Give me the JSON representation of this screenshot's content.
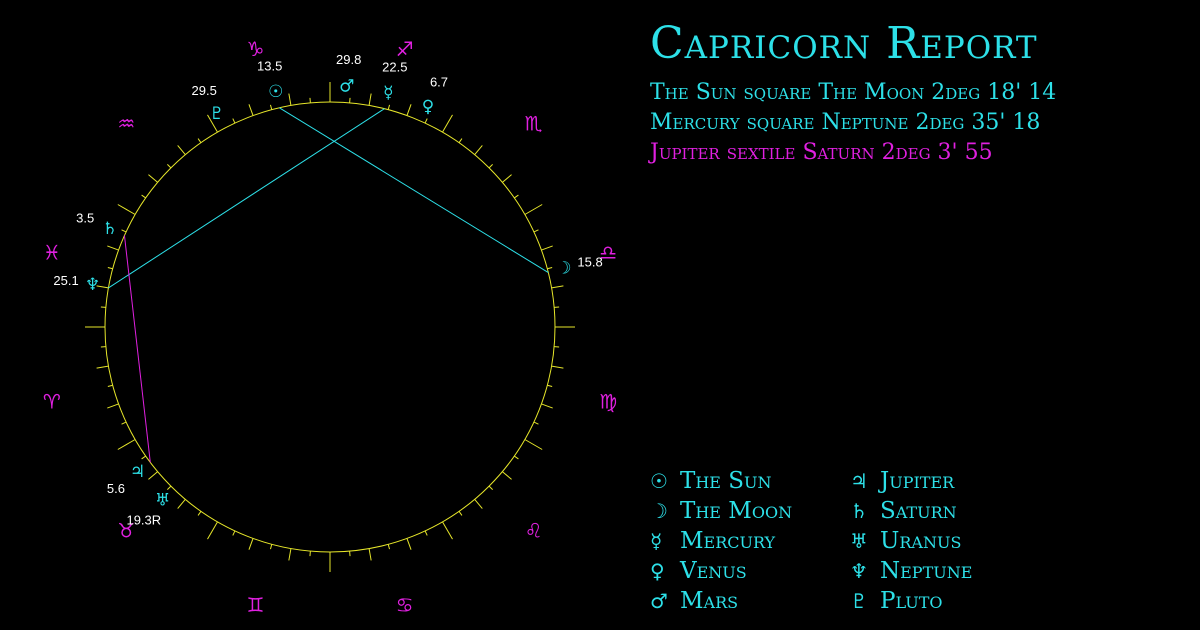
{
  "title": "Capricorn Report",
  "aspects": [
    {
      "text": "The Sun square The Moon 2deg 18' 14",
      "color": "#2de0e8"
    },
    {
      "text": "Mercury square Neptune 2deg 35' 18",
      "color": "#2de0e8"
    },
    {
      "text": "Jupiter sextile Saturn 2deg 3' 55",
      "color": "#e020e0"
    }
  ],
  "colors": {
    "wheel": "#e6e62a",
    "planet": "#2de0e8",
    "sign": "#e020e0",
    "degree_label": "#ffffff"
  },
  "wheel": {
    "signs": [
      {
        "name": "capricorn",
        "glyph": "♑",
        "angle": 105
      },
      {
        "name": "aquarius",
        "glyph": "♒",
        "angle": 135
      },
      {
        "name": "pisces",
        "glyph": "♓",
        "angle": 165
      },
      {
        "name": "aries",
        "glyph": "♈",
        "angle": 195
      },
      {
        "name": "taurus",
        "glyph": "♉",
        "angle": 225
      },
      {
        "name": "gemini",
        "glyph": "♊",
        "angle": 255
      },
      {
        "name": "cancer",
        "glyph": "♋",
        "angle": 285
      },
      {
        "name": "leo",
        "glyph": "♌",
        "angle": 315
      },
      {
        "name": "virgo",
        "glyph": "♍",
        "angle": 345
      },
      {
        "name": "libra",
        "glyph": "♎",
        "angle": 15
      },
      {
        "name": "scorpio",
        "glyph": "♏",
        "angle": 45
      },
      {
        "name": "sagittarius",
        "glyph": "♐",
        "angle": 75
      }
    ],
    "planets": [
      {
        "name": "sun",
        "glyph": "☉",
        "angle": 103,
        "degree": "13.5",
        "color": "#2de0e8"
      },
      {
        "name": "mars",
        "glyph": "♂",
        "angle": 86,
        "degree": "29.8",
        "color": "#2de0e8"
      },
      {
        "name": "mercury",
        "glyph": "☿",
        "angle": 76,
        "degree": "22.5",
        "color": "#2de0e8"
      },
      {
        "name": "venus",
        "glyph": "♀",
        "angle": 66,
        "degree": "6.7",
        "color": "#2de0e8"
      },
      {
        "name": "pluto",
        "glyph": "♇",
        "angle": 118,
        "degree": "29.5",
        "color": "#2de0e8"
      },
      {
        "name": "moon",
        "glyph": "☽",
        "angle": 14,
        "degree": "15.8",
        "color": "#2de0e8"
      },
      {
        "name": "saturn",
        "glyph": "♄",
        "angle": 156,
        "degree": "3.5",
        "color": "#2de0e8"
      },
      {
        "name": "neptune",
        "glyph": "♆",
        "angle": 170,
        "degree": "25.1",
        "color": "#2de0e8"
      },
      {
        "name": "jupiter",
        "glyph": "♃",
        "angle": 217,
        "degree": "5.6",
        "color": "#2de0e8"
      },
      {
        "name": "uranus",
        "glyph": "♅",
        "angle": 226,
        "degree": "19.3R",
        "color": "#2de0e8"
      }
    ],
    "aspect_lines": [
      {
        "from": "sun",
        "to": "moon",
        "color": "#2de0e8"
      },
      {
        "from": "mercury",
        "to": "neptune",
        "color": "#2de0e8"
      },
      {
        "from": "saturn",
        "to": "jupiter",
        "color": "#e020e0"
      }
    ]
  },
  "legend": [
    {
      "glyph": "☉",
      "label": "The Sun"
    },
    {
      "glyph": "♃",
      "label": "Jupiter"
    },
    {
      "glyph": "☽",
      "label": "The Moon"
    },
    {
      "glyph": "♄",
      "label": "Saturn"
    },
    {
      "glyph": "☿",
      "label": "Mercury"
    },
    {
      "glyph": "♅",
      "label": "Uranus"
    },
    {
      "glyph": "♀",
      "label": "Venus"
    },
    {
      "glyph": "♆",
      "label": "Neptune"
    },
    {
      "glyph": "♂",
      "label": "Mars"
    },
    {
      "glyph": "♇",
      "label": "Pluto"
    }
  ]
}
